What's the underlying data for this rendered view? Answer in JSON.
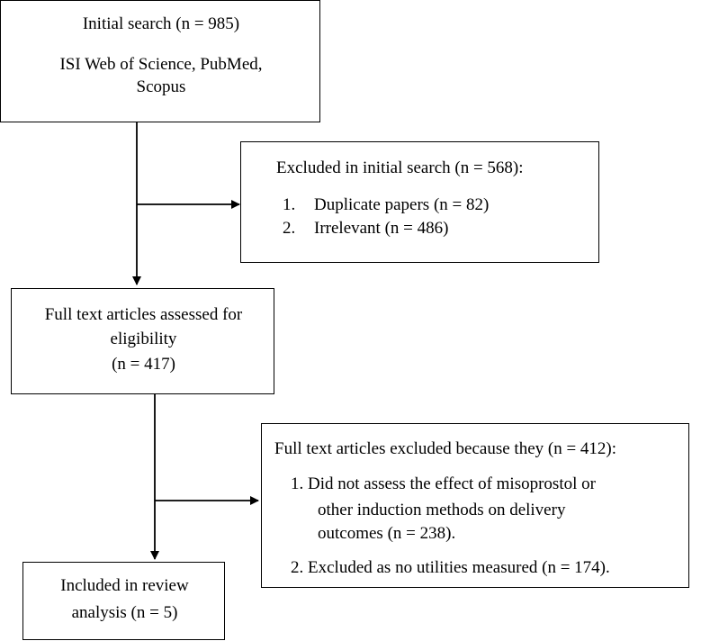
{
  "initial_search": {
    "title": "Initial search (n = 985)",
    "sources_line1": "ISI Web of Science, PubMed,",
    "sources_line2": "Scopus"
  },
  "excluded_initial": {
    "title": "Excluded in initial search (n = 568):",
    "items": [
      {
        "num": "1.",
        "text": "Duplicate papers (n = 82)"
      },
      {
        "num": "2.",
        "text": "Irrelevant (n = 486)"
      }
    ]
  },
  "full_text_assessed": {
    "line1": "Full text articles assessed for",
    "line2": "eligibility",
    "line3": "(n = 417)"
  },
  "full_text_excluded": {
    "title": "Full text articles excluded because they (n = 412):",
    "item1_line1": "1. Did not assess the effect of misoprostol or",
    "item1_line2": "other induction methods on delivery",
    "item1_line3": "outcomes (n = 238).",
    "item2": "2. Excluded as no utilities measured (n = 174)."
  },
  "included": {
    "line1": "Included in review",
    "line2": "analysis (n = 5)"
  }
}
